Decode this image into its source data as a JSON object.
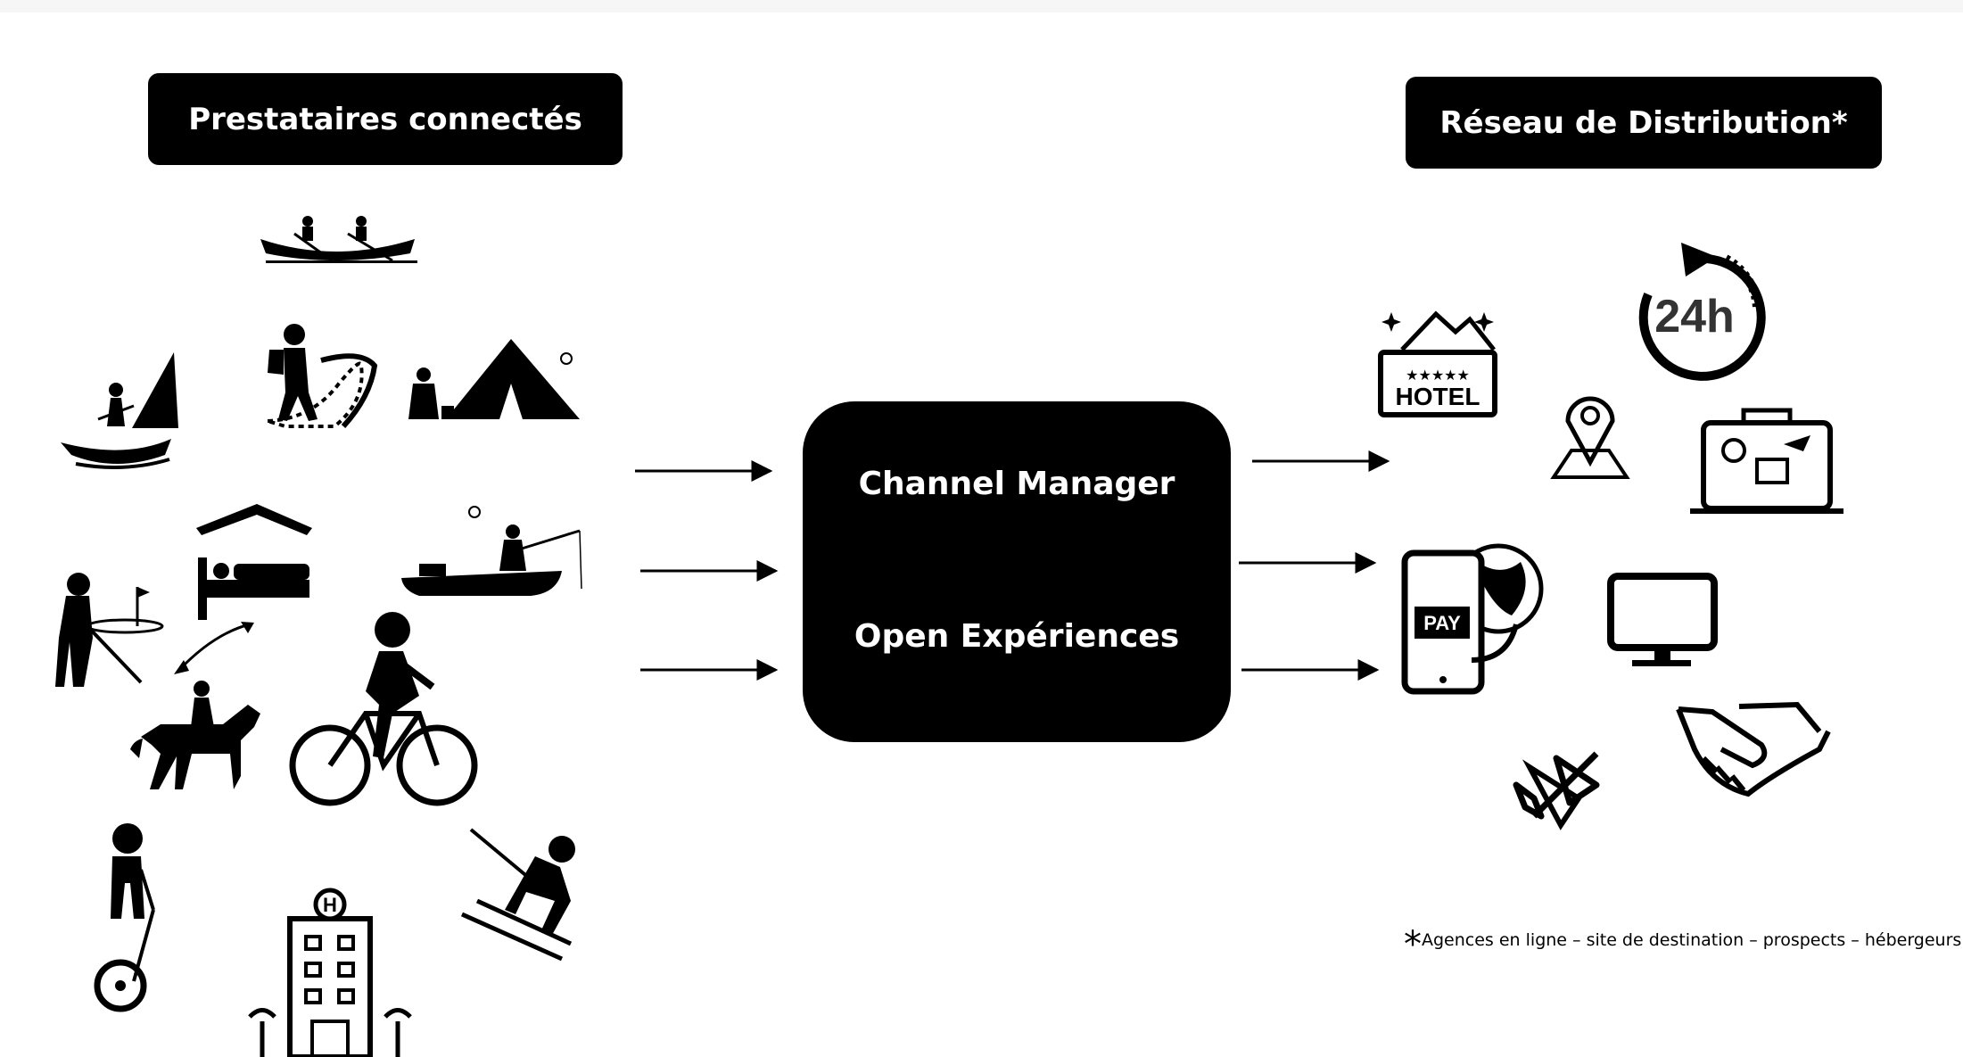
{
  "left_header": "Prestataires connectés",
  "right_header": "Réseau de Distribution*",
  "center": {
    "line1": "Channel Manager",
    "line2": "Open Expériences"
  },
  "hotel_sign": "HOTEL",
  "pay_label": "PAY",
  "hours_label": "24h",
  "hospital_letter": "H",
  "footnote": {
    "star": "*",
    "text": "Agences en ligne – site de destination – prospects – hébergeurs"
  },
  "colors": {
    "box": "#000000",
    "text_on_box": "#ffffff",
    "icons": "#000000"
  },
  "icons_left": [
    "canoe-icon",
    "sailing-icon",
    "hiking-icon",
    "camping-tent-icon",
    "golf-icon",
    "lodging-bed-icon",
    "fishing-boat-icon",
    "horse-riding-icon",
    "cycling-icon",
    "segway-icon",
    "hotel-building-icon",
    "skiing-icon"
  ],
  "icons_right": [
    "hotel-icon",
    "24h-clock-icon",
    "location-pin-icon",
    "travel-suitcase-icon",
    "mobile-pay-icon",
    "desktop-monitor-icon",
    "airplane-icon",
    "handshake-icon"
  ]
}
